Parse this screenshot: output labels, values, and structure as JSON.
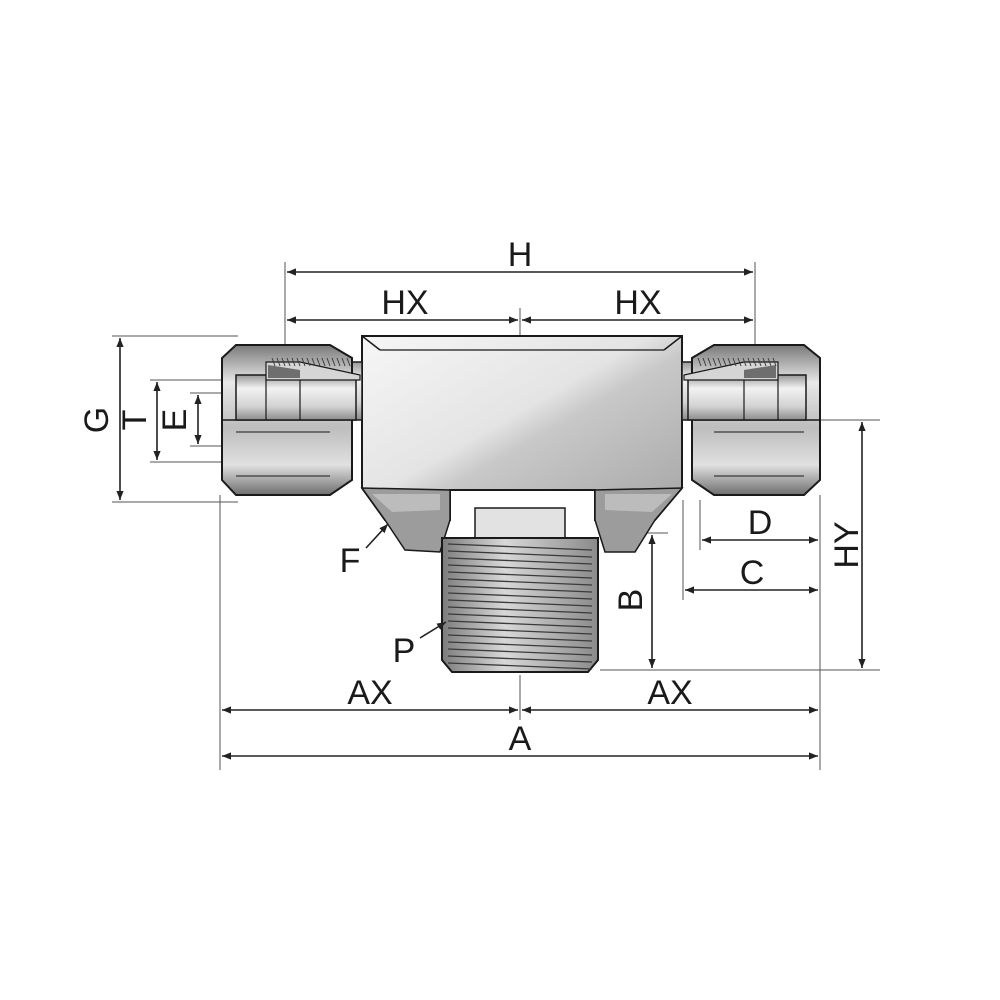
{
  "diagram": {
    "labels": {
      "H": "H",
      "HX_left": "HX",
      "HX_right": "HX",
      "G": "G",
      "T": "T",
      "E": "E",
      "F": "F",
      "P": "P",
      "B": "B",
      "D": "D",
      "C": "C",
      "HY": "HY",
      "AX_left": "AX",
      "AX_right": "AX",
      "A": "A"
    },
    "colors": {
      "outline": "#1a1a1a",
      "body_light": "#eeeeee",
      "body_mid": "#bdbdbd",
      "body_dark": "#8a8a8a",
      "thread": "#555555",
      "dimension_line": "#222222",
      "extension_line": "#555555"
    }
  }
}
